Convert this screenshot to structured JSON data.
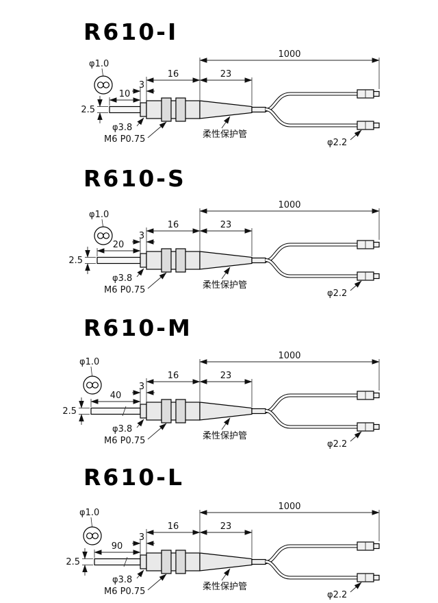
{
  "diagrams": [
    {
      "title": "R610-I",
      "fiber_dia": "φ1.0",
      "probe_len": "10",
      "probe_dia": "2.5",
      "step_len": "3",
      "body_len": "16",
      "tube_len": "23",
      "cable_len": "1000",
      "thread_dia": "φ3.8",
      "thread_spec": "M6 P0.75",
      "tube_label": "柔性保护管",
      "cable_dia": "φ2.2"
    },
    {
      "title": "R610-S",
      "fiber_dia": "φ1.0",
      "probe_len": "20",
      "probe_dia": "2.5",
      "step_len": "3",
      "body_len": "16",
      "tube_len": "23",
      "cable_len": "1000",
      "thread_dia": "φ3.8",
      "thread_spec": "M6 P0.75",
      "tube_label": "柔性保护管",
      "cable_dia": "φ2.2"
    },
    {
      "title": "R610-M",
      "fiber_dia": "φ1.0",
      "probe_len": "40",
      "probe_dia": "2.5",
      "step_len": "3",
      "body_len": "16",
      "tube_len": "23",
      "cable_len": "1000",
      "thread_dia": "φ3.8",
      "thread_spec": "M6 P0.75",
      "tube_label": "柔性保护管",
      "cable_dia": "φ2.2"
    },
    {
      "title": "R610-L",
      "fiber_dia": "φ1.0",
      "probe_len": "90",
      "probe_dia": "2.5",
      "step_len": "3",
      "body_len": "16",
      "tube_len": "23",
      "cable_len": "1000",
      "thread_dia": "φ3.8",
      "thread_spec": "M6 P0.75",
      "tube_label": "柔性保护管",
      "cable_dia": "φ2.2"
    }
  ]
}
